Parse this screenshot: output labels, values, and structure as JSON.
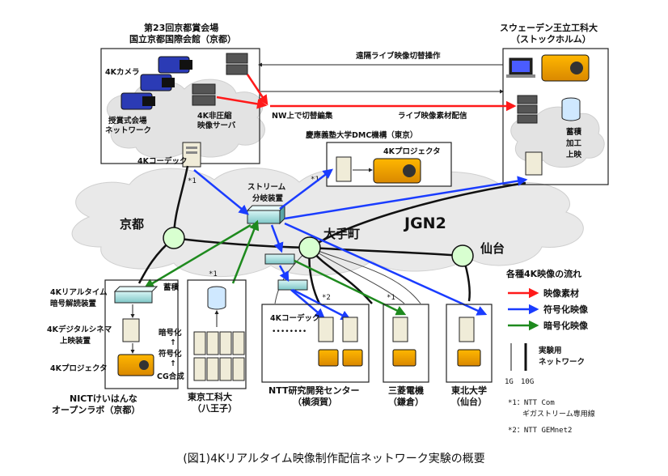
{
  "kyoto_venue": {
    "line1": "第23回京都賞会場",
    "line2": "国立京都国際会館（京都）"
  },
  "sweden": {
    "line1": "スウェーデン王立工科大",
    "line2": "（ストックホルム）"
  },
  "labels": {
    "camera": "4Kカメラ",
    "venue_net1": "授賞式会場",
    "venue_net2": "ネットワーク",
    "server1": "4K非圧縮",
    "server2": "映像サーバ",
    "codec_kyoto": "4Kコーデック",
    "remote_switch": "遠隔ライブ映像切替操作",
    "nw_edit": "NW上で切替編集",
    "live_dist": "ライブ映像素材配信",
    "store1": "蓄積",
    "store2": "加工",
    "store3": "上映",
    "keio": "慶應義塾大学DMC機構（東京）",
    "keio_proj": "4Kプロジェクタ",
    "note1_mark": "*1",
    "stream1": "ストリーム",
    "stream2": "分岐装置",
    "kyoto_node": "京都",
    "otemachi": "大手町",
    "jgn2": "JGN2",
    "sendai": "仙台",
    "nict_decode1": "4Kリアルタイム",
    "nict_decode2": "暗号解読装置",
    "nict_cinema1": "4Kデジタルシネマ",
    "nict_cinema2": "上映装置",
    "nict_proj": "4Kプロジェクタ",
    "nict1": "NICTけいはんな",
    "nict2": "オープンラボ（京都）",
    "tit_store": "蓄積",
    "tit_enc": "暗号化",
    "tit_code": "符号化",
    "tit_cg": "CG合成",
    "tit1": "東京工科大",
    "tit2": "（八王子）",
    "ntt_codec": "4Kコーデック",
    "ntt_dots": "••••••••",
    "ntt1": "NTT研究開発センター",
    "ntt2": "（横須賀）",
    "mitsubishi1": "三菱電機",
    "mitsubishi2": "（鎌倉）",
    "tohoku1": "東北大学",
    "tohoku2": "（仙台）",
    "note2_mark": "*2"
  },
  "legend": {
    "title": "各種4K映像の流れ",
    "items": [
      {
        "label": "映像素材",
        "color": "#ff1a1a"
      },
      {
        "label": "符号化映像",
        "color": "#1a3cff"
      },
      {
        "label": "暗号化映像",
        "color": "#1e8a1e"
      }
    ],
    "net1": "実験用",
    "net2": "ネットワーク",
    "g1": "1G",
    "g10": "10G",
    "fn1a": "*1：NTT Com",
    "fn1b": "ギガストリーム専用線",
    "fn2": "*2：NTT GEMnet2"
  },
  "caption": "(図1)4Kリアルタイム映像制作配信ネットワーク実験の概要"
}
